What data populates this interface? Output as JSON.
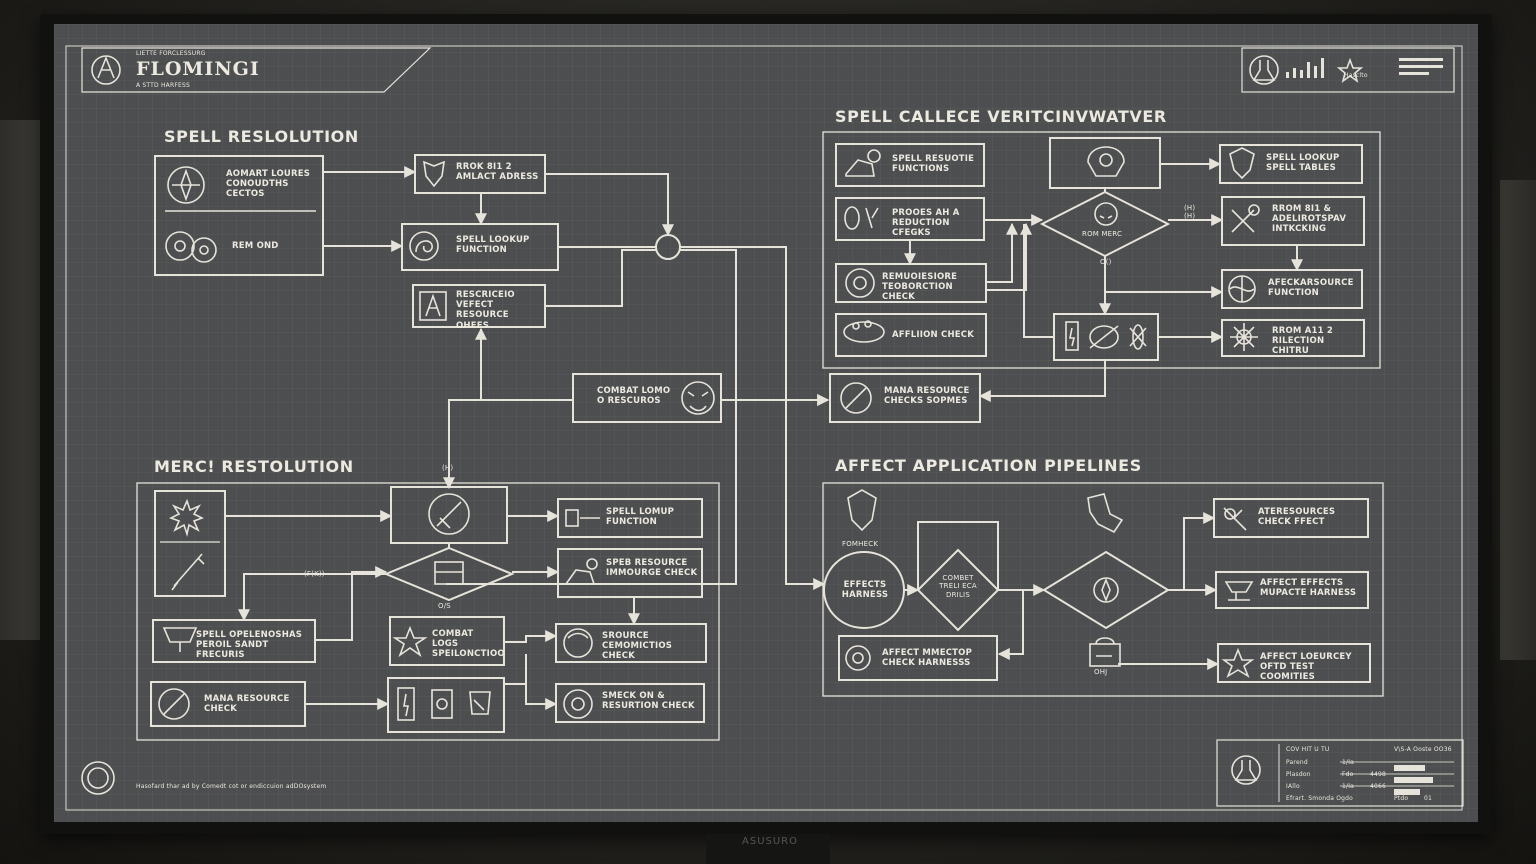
{
  "header": {
    "subtitle_top": "LIETTE FORCLESSURG",
    "title": "FLOMINGI",
    "subtitle_bottom": "A STTD HARFESS"
  },
  "monitor": {
    "brand": "ASUSURO"
  },
  "sections": {
    "spell_resolution": "SPELL RESLOLUTION",
    "spell_vertical": "SPELL CALLECE VERITCINVWATVER",
    "merc_resolution": "MERC! RESTOLUTION",
    "affect_pipelines": "AFFECT APPLICATION PIPELINES"
  },
  "nodes": {
    "n1": "AOMART LOURES CONOUDTHS CECTOS",
    "n2": "REM OND",
    "n3": "RROK 8I1 2 AMLACT ADRESS",
    "n4": "SPELL LOOKUP FUNCTION",
    "n5": "RESCRICEIO VEFECT RESOURCE OHEES",
    "n6": "COMBAT LOMO O RESCUROS",
    "v1": "SPELL RESUOTIE FUNCTIONS",
    "v2": "PROOES AH A REDUCTION CFEGKS",
    "v3": "REMUOIESIORE TEOBORCTION CHECK",
    "v4": "AFFLIION CHECK",
    "v5": "ROM MERC",
    "v5_side": "(H) (H)",
    "v5_below": "O()",
    "v6": "SPELL LOOKUP SPELL TABLES",
    "v7": "RROM 8I1 & ADELIROTSPAV INTKCKING",
    "v8": "AFECKARSOURCE FUNCTION",
    "v9": "RROM A11 2 RILECTION CHITRU",
    "v10": "MANA RESOURCE CHECKS SOPMES",
    "m_top": "(H)",
    "m_label": "(F(K))",
    "m_below": "O/S",
    "m1": "SPELL LOMUP FUNCTION",
    "m2": "SPEB RESOURCE IMMOURGE CHECK",
    "m3": "SPELL OPELENOSHAS PEROIL SANDT FRECURIS",
    "m4": "COMBAT LOGS SPEILONCTIOO",
    "m5": "SROURCE CEMOMICTIOS CHECK",
    "m6": "MANA RESOURCE CHECK",
    "m7": "SMECK ON & RESURTION CHECK",
    "a_emblem": "FOMHECK",
    "a1": "EFFECTS HARNESS",
    "a2": "COMBET TRELI ECA DRILIS",
    "a3": "AFFECT MMECTOP CHECK HARNESSS",
    "a4": "ATERESOURCES CHECK FFECT",
    "a5": "AFFECT EFFECTS MUPACTE HARNESS",
    "a6": "AFFECT LOEURCEY OFTD TEST COOMITIES",
    "a_below": "OHJ"
  },
  "footer": {
    "note": "Hasofard thar ad by Comedt cot  or endiccuion adDOsystem"
  },
  "legend_panel": {
    "title": "COV HIT U TU",
    "right_title": "V\\S-A  Ooste OO36",
    "rows": [
      {
        "a": "Parend",
        "b": "1/la",
        "c": "",
        "d": ""
      },
      {
        "a": "Plasdon",
        "b": "Fdo",
        "c": "4498",
        "d": ""
      },
      {
        "a": "IAllo",
        "b": "1/la",
        "c": "4066",
        "d": ""
      },
      {
        "a": "Efrart. Smonda Ogdo",
        "b": "",
        "c": "Ptdo",
        "d": "01"
      }
    ],
    "fill_levels": [
      0.6,
      0.75,
      0.5
    ]
  },
  "top_right_panel": {
    "label": "Hasclto"
  },
  "colors": {
    "screen": "#4c4e4f",
    "line": "#e6e3da",
    "text": "#ece9e0"
  }
}
